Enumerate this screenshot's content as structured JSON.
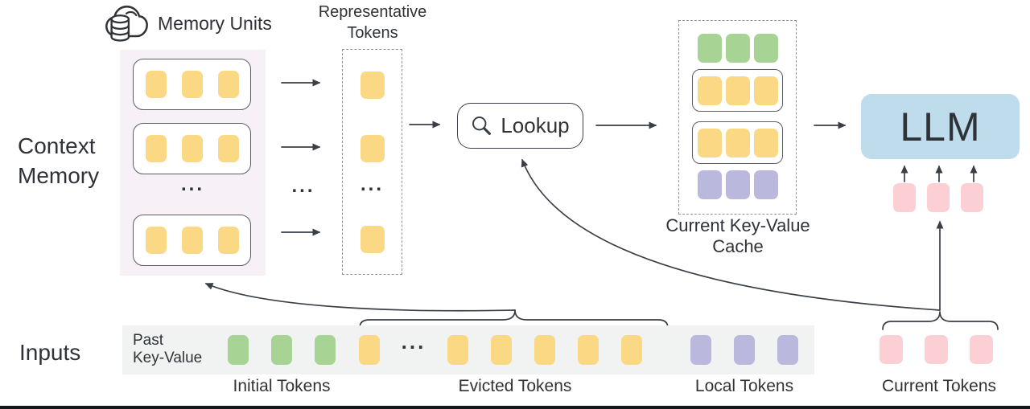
{
  "colors": {
    "yellow": "#FBD884",
    "green": "#A7D495",
    "purple": "#BAB8DD",
    "pink": "#FCCFD5",
    "blue": "#BFDCEC",
    "memory_bg": "#F8F0F7",
    "strip_bg": "#F1F3F3",
    "line": "#3A3F45",
    "dash": "#8F9499",
    "unit_border": "#5A5E64",
    "text": "#2F3338"
  },
  "header": {
    "memory_units_label": "Memory Units"
  },
  "context_memory": {
    "label_line1": "Context",
    "label_line2": "Memory",
    "ellipsis": "...",
    "column_gap_ellipsis": "...",
    "units": [
      {
        "token_count": 3
      },
      {
        "token_count": 3
      },
      {
        "token_count": 3
      }
    ]
  },
  "representative": {
    "label_line1": "Representative",
    "label_line2": "Tokens",
    "ellipsis": "...",
    "token_slots": [
      1,
      1,
      1
    ]
  },
  "lookup": {
    "label": "Lookup"
  },
  "cache": {
    "label_line1": "Current Key-Value",
    "label_line2": "Cache",
    "initial_row_count": 3,
    "units": [
      {
        "token_count": 3
      },
      {
        "token_count": 3
      }
    ],
    "local_row_count": 3
  },
  "llm": {
    "label": "LLM",
    "input_token_count": 3
  },
  "inputs": {
    "label": "Inputs",
    "past_kv_line1": "Past",
    "past_kv_line2": "Key-Value",
    "ellipsis": "...",
    "groups": {
      "initial": {
        "label": "Initial Tokens",
        "count": 3
      },
      "evicted": {
        "label": "Evicted Tokens",
        "count_left": 1,
        "count_right": 5
      },
      "local": {
        "label": "Local Tokens",
        "count": 3
      },
      "current": {
        "label": "Current Tokens",
        "count": 3
      }
    }
  }
}
